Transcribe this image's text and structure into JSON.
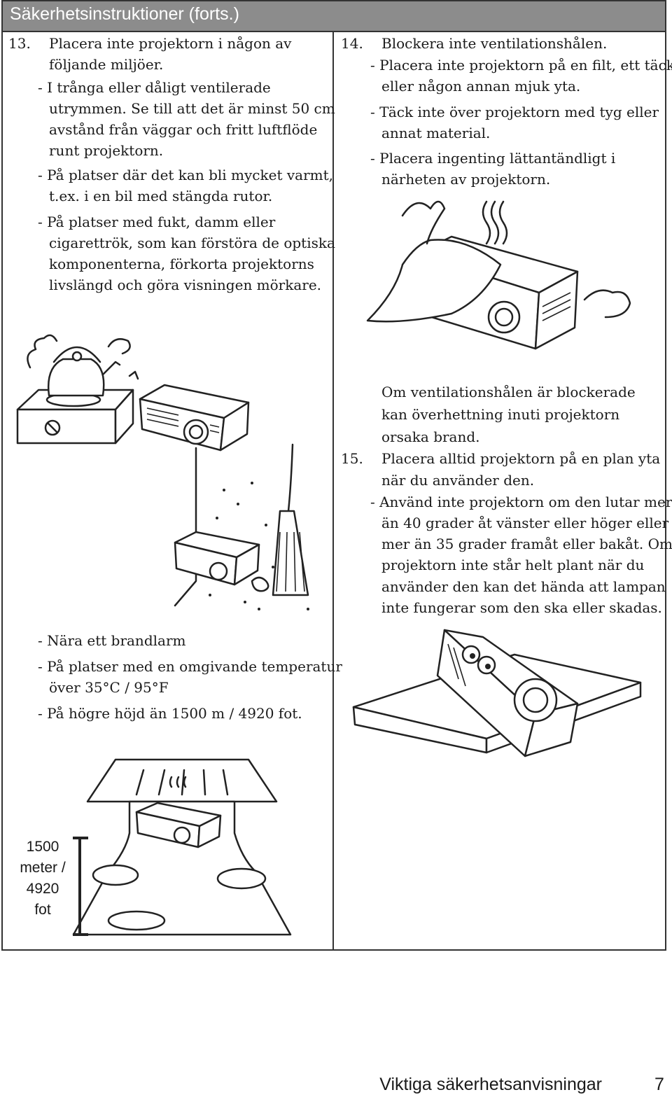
{
  "header": {
    "title": "Säkerhetsinstruktioner (forts.)"
  },
  "left": {
    "item13": {
      "number": "13.",
      "lines": [
        "Placera inte projektorn i någon av",
        "följande miljöer."
      ]
    },
    "bullets_a": [
      [
        "- I trånga eller dåligt ventilerade",
        "utrymmen. Se till att det är minst 50 cm",
        "avstånd från väggar och fritt luftflöde",
        "runt projektorn."
      ],
      [
        "- På platser där det kan bli mycket varmt,",
        "t.ex. i en bil med stängda rutor."
      ],
      [
        "- På platser med fukt, damm eller",
        "cigarettrök, som kan förstöra de optiska",
        "komponenterna, förkorta projektorns",
        "livslängd och göra visningen mörkare."
      ]
    ],
    "bullets_b": [
      [
        "- Nära ett brandlarm"
      ],
      [
        "- På platser med en omgivande temperatur",
        "över 35°C / 95°F"
      ],
      [
        "- På högre höjd än 1500 m / 4920 fot."
      ]
    ],
    "altitude_label": [
      "1500",
      "meter /",
      "4920",
      "fot"
    ]
  },
  "right": {
    "item14": {
      "number": "14.",
      "lines": [
        "Blockera inte ventilationshålen."
      ]
    },
    "bullets_a": [
      [
        "- Placera inte projektorn på en filt, ett täcke",
        "eller någon annan mjuk yta."
      ],
      [
        "- Täck inte över projektorn med tyg eller",
        "annat material."
      ],
      [
        "- Placera ingenting lättantändligt i",
        "närheten av projektorn."
      ]
    ],
    "warning_lines": [
      "Om ventilationshålen är blockerade",
      "kan överhettning inuti projektorn",
      "orsaka brand."
    ],
    "item15": {
      "number": "15.",
      "lines": [
        "Placera alltid projektorn på en plan yta",
        "när du använder den."
      ]
    },
    "bullets_b": [
      [
        "- Använd inte projektorn om den lutar mer",
        "än 40 grader åt vänster eller höger eller",
        "mer än 35 grader framåt eller bakåt. Om",
        "projektorn inte står helt plant när du",
        "använder den kan det hända att lampan",
        "inte fungerar som den ska eller skadas."
      ]
    ]
  },
  "footer": {
    "title": "Viktiga säkerhetsanvisningar",
    "page": "7"
  }
}
